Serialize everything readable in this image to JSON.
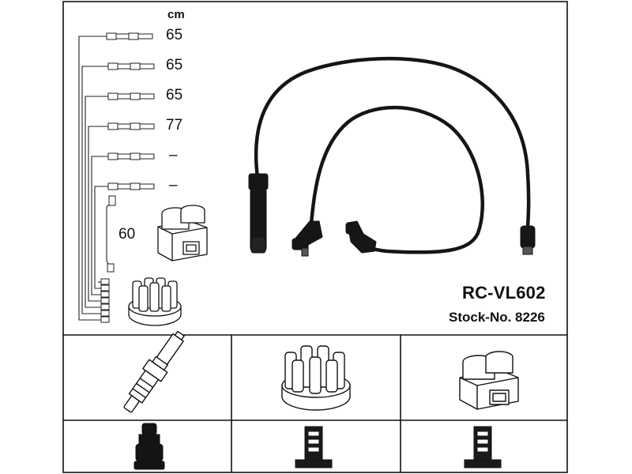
{
  "unit_label": "cm",
  "lengths": [
    "65",
    "65",
    "65",
    "77",
    "–",
    "–",
    "60"
  ],
  "product": {
    "model": "RC-VL602",
    "stock": "Stock-No. 8226"
  },
  "icons": {
    "ignition_coil": "ignition-coil-icon",
    "distributor_cap": "distributor-cap-icon",
    "spark_plug": "spark-plug-icon",
    "plug_terminal": "spark-plug-terminal-icon",
    "connector_type_a": "connector-terminal-icon",
    "connector_type_b": "connector-terminal-icon"
  }
}
